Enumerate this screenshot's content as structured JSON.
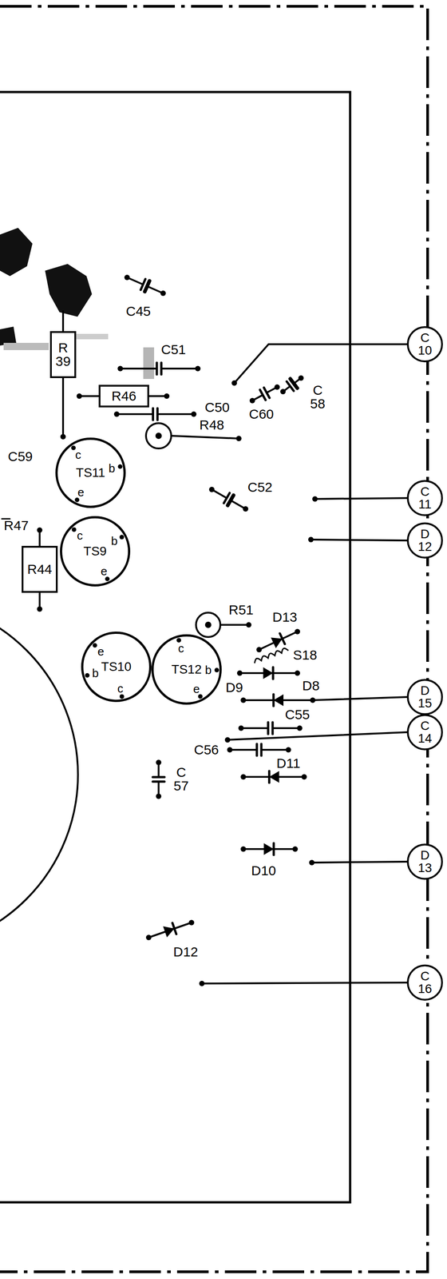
{
  "diagram": {
    "nodes": [
      {
        "text": [
          "R 39"
        ]
      },
      {
        "text": [
          "R46"
        ]
      },
      {
        "text": [
          "TS11",
          "c",
          "b",
          "e"
        ]
      },
      {
        "text": [
          "TS9",
          "c",
          "b",
          "e"
        ]
      },
      {
        "text": [
          "R44"
        ]
      },
      {
        "text": [
          "TS12",
          "c",
          "b",
          "e"
        ]
      },
      {
        "text": [
          "TS10",
          "e",
          "b",
          "c"
        ]
      },
      {
        "text": [
          "C 10"
        ]
      },
      {
        "text": [
          "C 11"
        ]
      },
      {
        "text": [
          "D 12"
        ]
      },
      {
        "text": [
          "D 15"
        ]
      },
      {
        "text": [
          "C 14"
        ]
      },
      {
        "text": [
          "D 13"
        ]
      },
      {
        "text": [
          "C 16"
        ]
      }
    ],
    "labels": [
      "C45",
      "C51",
      "C50",
      "C60",
      "C 58",
      "R48",
      "C59",
      "R47",
      "C52",
      "R51",
      "D13",
      "S18",
      "D8",
      "D9",
      "C55",
      "C56",
      "D11",
      "C 57",
      "D10",
      "D12"
    ]
  }
}
